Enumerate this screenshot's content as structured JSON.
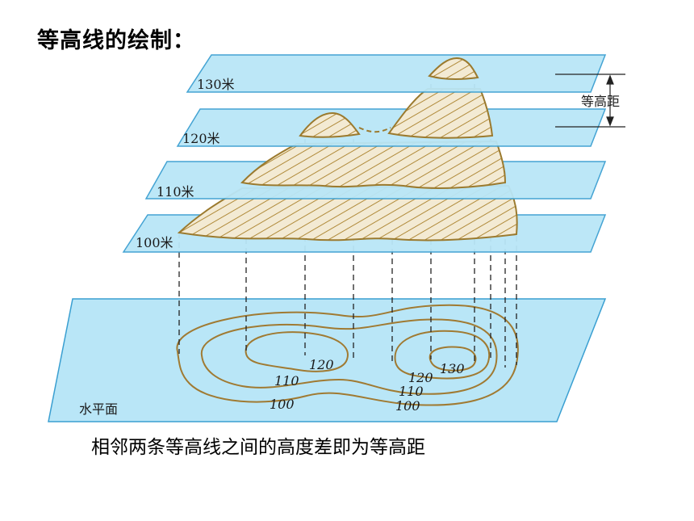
{
  "title": "等高线的绘制：",
  "caption": "相邻两条等高线之间的高度差即为等高距",
  "planes": {
    "p130": "130米",
    "p120": "120米",
    "p110": "110米",
    "p100": "100米",
    "base": "水平面"
  },
  "interval_label": "等高距",
  "contours": {
    "left_120": "120",
    "left_110": "110",
    "left_100": "100",
    "right_130": "130",
    "right_120": "120",
    "right_110": "110",
    "right_100": "100"
  },
  "colors": {
    "plane_fill": "#b9e6f7",
    "plane_stroke": "#3a9fd1",
    "mountain": "#b08a3a",
    "contour": "#a07a32"
  }
}
